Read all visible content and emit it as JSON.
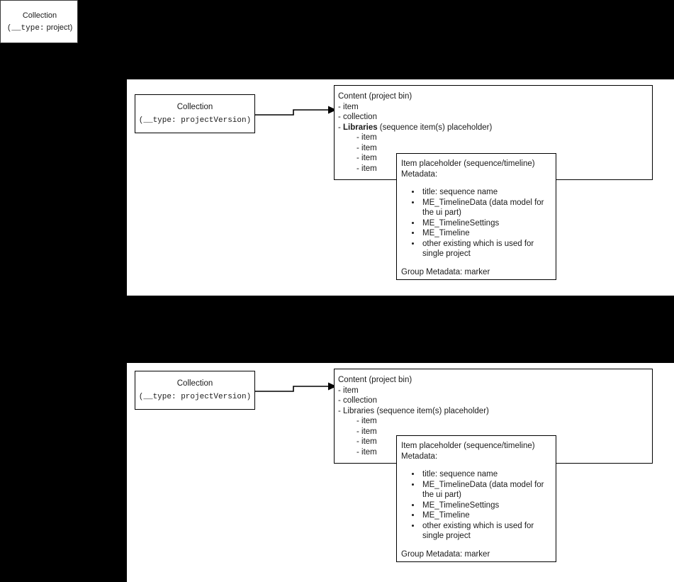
{
  "diagram": {
    "top_left_node": {
      "line1": "Collection",
      "line2_prefix": "(__type:",
      "line2_value": " project)"
    },
    "sections": [
      {
        "id": "upper",
        "collection": {
          "line1": "Collection",
          "line2_prefix": "(__type:",
          "line2_value": " projectVersion)"
        },
        "content": {
          "title": "Content (project bin)",
          "rows": [
            "- item",
            "- collection"
          ],
          "libraries_prefix": "- ",
          "libraries_bold": "Libraries",
          "libraries_suffix": " (sequence item(s) placeholder)",
          "libraries_bold_enabled": true,
          "sub_items": [
            "- item",
            "- item",
            "- item",
            "- item"
          ]
        },
        "placeholder": {
          "title": "Item placeholder (sequence/timeline)",
          "subtitle": "Metadata:",
          "metadata": [
            "title: sequence name",
            "ME_TimelineData (data model for the ui part)",
            "ME_TimelineSettings",
            "ME_Timeline",
            "other existing which is used for single project"
          ],
          "footer": "Group Metadata: marker"
        }
      },
      {
        "id": "lower",
        "collection": {
          "line1": "Collection",
          "line2_prefix": "(__type:",
          "line2_value": " projectVersion)"
        },
        "content": {
          "title": "Content (project bin)",
          "rows": [
            "- item",
            "- collection"
          ],
          "libraries_prefix": "- ",
          "libraries_bold": "Libraries",
          "libraries_suffix": " (sequence item(s) placeholder)",
          "libraries_bold_enabled": false,
          "sub_items": [
            "- item",
            "- item",
            "- item",
            "- item"
          ]
        },
        "placeholder": {
          "title": "Item placeholder (sequence/timeline)",
          "subtitle": "Metadata:",
          "metadata": [
            "title: sequence name",
            "ME_TimelineData (data model for the ui part)",
            "ME_TimelineSettings",
            "ME_Timeline",
            "other existing which is used for single project"
          ],
          "footer": "Group Metadata: marker"
        }
      }
    ],
    "colors": {
      "background": "#000000",
      "panel": "#ffffff",
      "stroke": "#000000",
      "text": "#1a1a1a"
    }
  }
}
